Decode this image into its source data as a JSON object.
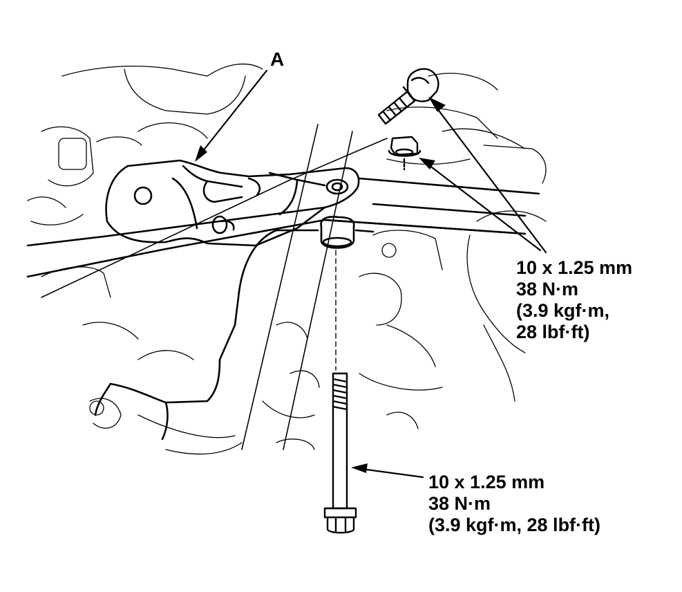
{
  "figure": {
    "callout_a": "A",
    "spec_upper": {
      "size": "10 x 1.25 mm",
      "torque": "38 N·m",
      "alt_line1": "(3.9 kgf·m,",
      "alt_line2": "28 lbf·ft)"
    },
    "spec_lower": {
      "size": "10 x 1.25 mm",
      "torque": "38 N·m",
      "alt": "(3.9 kgf·m, 28 lbf·ft)"
    }
  }
}
